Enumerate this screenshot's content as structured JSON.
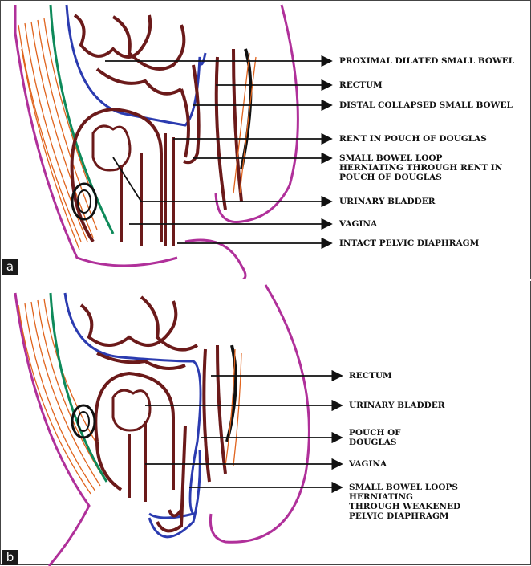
{
  "figure": {
    "panels": [
      {
        "letter": "a",
        "labels": [
          "PROXIMAL DILATED SMALL BOWEL",
          "RECTUM",
          "DISTAL COLLAPSED SMALL BOWEL",
          "RENT IN POUCH OF DOUGLAS",
          "SMALL BOWEL LOOP HERNIATING THROUGH RENT IN POUCH OF DOUGLAS",
          "URINARY BLADDER",
          "VAGINA",
          "INTACT PELVIC DIAPHRAGM"
        ]
      },
      {
        "letter": "b",
        "labels": [
          "RECTUM",
          "URINARY BLADDER",
          "POUCH OF DOUGLAS",
          "VAGINA",
          "SMALL BOWEL LOOPS HERNIATING THROUGH WEAKENED PELVIC DIAPHRAGM"
        ]
      }
    ],
    "colors": {
      "bowel": "#6b1a1a",
      "peritoneum": "#2b3bb0",
      "skin": "#b0309a",
      "muscle": "#e0641e",
      "fascia": "#0e8a5a",
      "ink": "#111111"
    }
  }
}
